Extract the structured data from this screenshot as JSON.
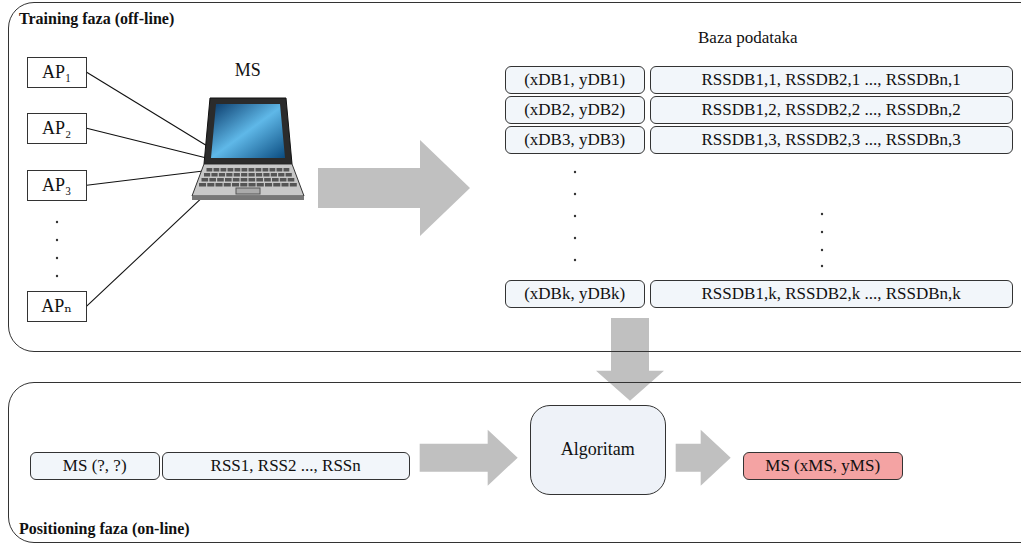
{
  "diagram": {
    "nodes": [
      {
        "text": [
          "Training faza (off-line)"
        ]
      },
      {
        "text": [
          "AP₁"
        ],
        "in": 0
      },
      {
        "text": [
          "AP₂"
        ],
        "in": 0
      },
      {
        "text": [
          "AP₃"
        ],
        "in": 0
      },
      {
        "text": [
          "APₙ"
        ],
        "in": 0
      },
      {
        "text": [
          "MS"
        ],
        "in": 0
      },
      {
        "text": [
          "(xDB1, yDB1)"
        ],
        "in": 0
      },
      {
        "text": [
          "RSSDB1,1, RSSDB2,1 ..., RSSDBn,1"
        ],
        "in": 0
      },
      {
        "text": [
          "(xDB2, yDB2)"
        ],
        "in": 0
      },
      {
        "text": [
          "RSSDB1,2, RSSDB2,2 ..., RSSDBn,2"
        ],
        "in": 0
      },
      {
        "text": [
          "(xDB3, yDB3)"
        ],
        "in": 0
      },
      {
        "text": [
          "RSSDB1,3, RSSDB2,3 ..., RSSDBn,3"
        ],
        "in": 0
      },
      {
        "text": [
          "(xDBk, yDBk)"
        ],
        "in": 0
      },
      {
        "text": [
          "RSSDB1,k, RSSDB2,k ..., RSSDBn,k"
        ],
        "in": 0
      },
      {
        "text": [
          "Positioning faza (on-line)"
        ]
      },
      {
        "text": [
          "MS (?, ?)"
        ],
        "in": 14
      },
      {
        "text": [
          "RSS1, RSS2 ..., RSSn"
        ],
        "in": 14
      },
      {
        "text": [
          "Algoritam"
        ],
        "in": 14
      },
      {
        "text": [
          "MS (xMS, yMS)"
        ],
        "in": 14
      }
    ],
    "edges": [
      {
        "from": 1,
        "to": 5,
        "arrow": "to"
      },
      {
        "from": 2,
        "to": 5,
        "arrow": "to"
      },
      {
        "from": 3,
        "to": 5,
        "arrow": "to"
      },
      {
        "from": 4,
        "to": 5,
        "arrow": "to"
      },
      {
        "from": 0,
        "to": 17,
        "arrow": "to"
      },
      {
        "from": 16,
        "to": 17,
        "arrow": "to"
      },
      {
        "from": 17,
        "to": 18,
        "arrow": "to"
      }
    ],
    "labels": [
      "Baza podataka"
    ]
  }
}
